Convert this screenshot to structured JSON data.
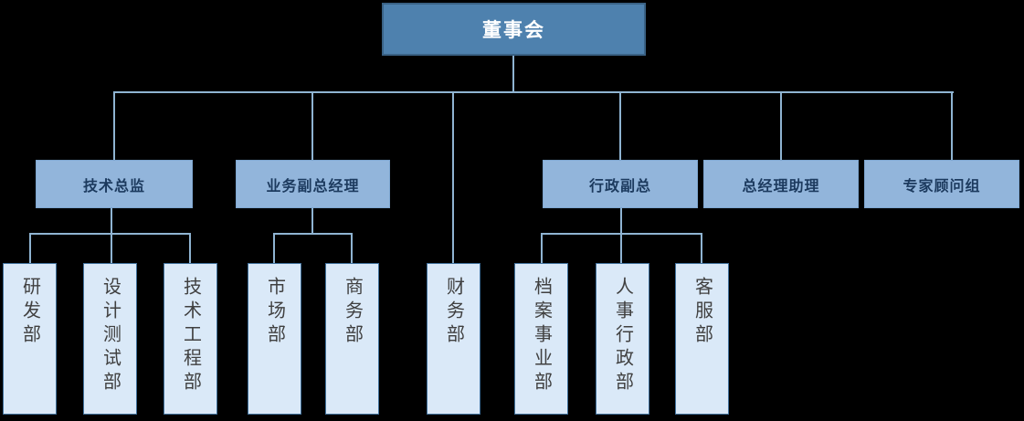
{
  "root": {
    "label": "董事会"
  },
  "level2": [
    {
      "label": "技术总监"
    },
    {
      "label": "业务副总经理"
    },
    {
      "label": "行政副总"
    },
    {
      "label": "总经理助理"
    },
    {
      "label": "专家顾问组"
    }
  ],
  "level3": [
    {
      "label": "研发部",
      "parent": "技术总监"
    },
    {
      "label": "设计测试部",
      "parent": "技术总监"
    },
    {
      "label": "技术工程部",
      "parent": "技术总监"
    },
    {
      "label": "市场部",
      "parent": "业务副总经理"
    },
    {
      "label": "商务部",
      "parent": "业务副总经理"
    },
    {
      "label": "财务部",
      "parent": "董事会"
    },
    {
      "label": "档案事业部",
      "parent": "行政副总"
    },
    {
      "label": "人事行政部",
      "parent": "行政副总"
    },
    {
      "label": "客服部",
      "parent": "行政副总"
    }
  ],
  "colors": {
    "background": "#000000",
    "connector": "#8FB4D2",
    "root_fill": "#4E81AE",
    "root_border": "#3A6285",
    "root_text": "#FFFFFF",
    "level2_fill": "#92B5DB",
    "level2_text": "#1C3A5E",
    "level3_fill": "#DAE9F8",
    "level3_border": "#41719C",
    "level3_text": "#404040"
  }
}
